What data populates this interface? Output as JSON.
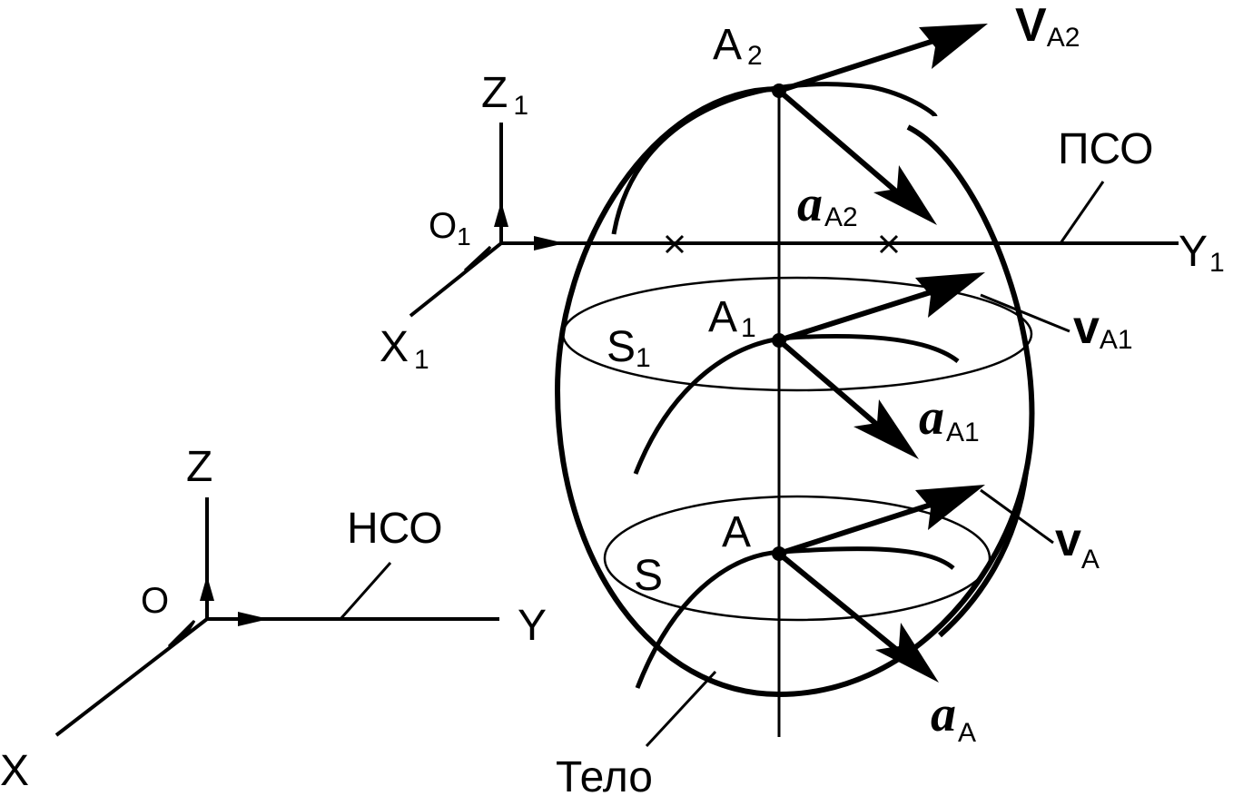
{
  "fixed_frame": {
    "origin": "O",
    "x_axis": "X",
    "y_axis": "Y",
    "z_axis": "Z",
    "name": "НСО"
  },
  "moving_frame": {
    "origin": "O",
    "origin_sub": "1",
    "x_axis": "X",
    "x_sub": "1",
    "y_axis": "Y",
    "y_sub": "1",
    "z_axis": "Z",
    "z_sub": "1",
    "name": "ПСО"
  },
  "body": {
    "label": "Тело"
  },
  "sections": {
    "s": "S",
    "s1": "S",
    "s1_sub": "1"
  },
  "points": {
    "a": "A",
    "a1": "A",
    "a1_sub": "1",
    "a2": "A",
    "a2_sub": "2"
  },
  "vectors": {
    "va": "v",
    "va_sub": "A",
    "va1": "v",
    "va1_sub": "A1",
    "va2": "V",
    "va2_sub": "A2",
    "aa": "a",
    "aa_sub": "A",
    "aa1": "a",
    "aa1_sub": "A1",
    "aa2": "a",
    "aa2_sub": "A2"
  }
}
